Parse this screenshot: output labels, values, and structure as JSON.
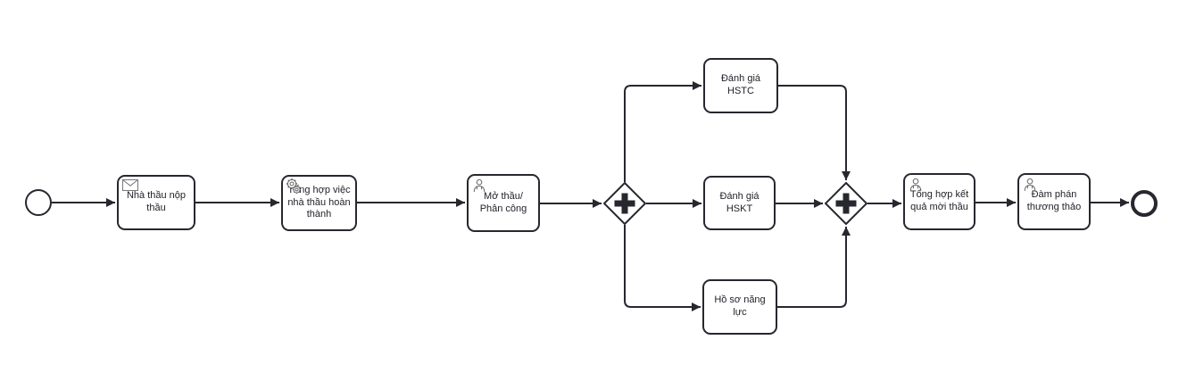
{
  "diagram": {
    "type": "bpmn-process",
    "colors": {
      "stroke": "#27272f",
      "text": "#22222a",
      "icon": "#666666",
      "background": "#ffffff"
    },
    "events": {
      "start": {
        "kind": "start-event"
      },
      "end": {
        "kind": "end-event"
      }
    },
    "tasks": {
      "nha_thau_nop_thau": {
        "label": "Nhà thầu nộp thầu",
        "icon": "message-icon"
      },
      "tong_hop_viec": {
        "label": "Tổng hợp việc nhà thầu hoàn thành",
        "icon": "service-gears-icon"
      },
      "mo_thau_phan_cong": {
        "label": "Mở thầu/ Phân công",
        "icon": "user-icon"
      },
      "danh_gia_hstc": {
        "label": "Đánh giá HSTC",
        "icon": null
      },
      "danh_gia_hskt": {
        "label": "Đánh giá HSKT",
        "icon": null
      },
      "ho_so_nang_luc": {
        "label": "Hồ sơ năng lực",
        "icon": null
      },
      "tong_hop_ket_qua": {
        "label": "Tổng hợp kết quả mời thầu",
        "icon": "user-icon"
      },
      "dam_phan": {
        "label": "Đàm phán thương thảo",
        "icon": "user-icon"
      }
    },
    "gateways": {
      "split": {
        "type": "parallel",
        "symbol": "+"
      },
      "join": {
        "type": "parallel",
        "symbol": "+"
      }
    },
    "flows": [
      {
        "from": "start-event",
        "to": "nha_thau_nop_thau"
      },
      {
        "from": "nha_thau_nop_thau",
        "to": "tong_hop_viec"
      },
      {
        "from": "tong_hop_viec",
        "to": "mo_thau_phan_cong"
      },
      {
        "from": "mo_thau_phan_cong",
        "to": "gateway-split"
      },
      {
        "from": "gateway-split",
        "to": "danh_gia_hstc"
      },
      {
        "from": "gateway-split",
        "to": "danh_gia_hskt"
      },
      {
        "from": "gateway-split",
        "to": "ho_so_nang_luc"
      },
      {
        "from": "danh_gia_hstc",
        "to": "gateway-join"
      },
      {
        "from": "danh_gia_hskt",
        "to": "gateway-join"
      },
      {
        "from": "ho_so_nang_luc",
        "to": "gateway-join"
      },
      {
        "from": "gateway-join",
        "to": "tong_hop_ket_qua"
      },
      {
        "from": "tong_hop_ket_qua",
        "to": "dam_phan"
      },
      {
        "from": "dam_phan",
        "to": "end-event"
      }
    ]
  }
}
